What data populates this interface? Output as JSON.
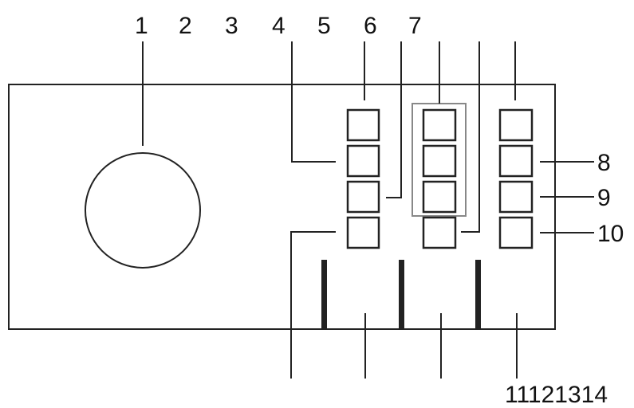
{
  "labels": {
    "l1": "1",
    "l2": "2",
    "l3": "3",
    "l4": "4",
    "l5": "5",
    "l6": "6",
    "l7": "7",
    "l8": "8",
    "l9": "9",
    "l10": "10",
    "bottom": "11121314"
  },
  "colors": {
    "line": "#222222",
    "text": "#111111",
    "background": "#ffffff",
    "group_frame": "#888888"
  }
}
